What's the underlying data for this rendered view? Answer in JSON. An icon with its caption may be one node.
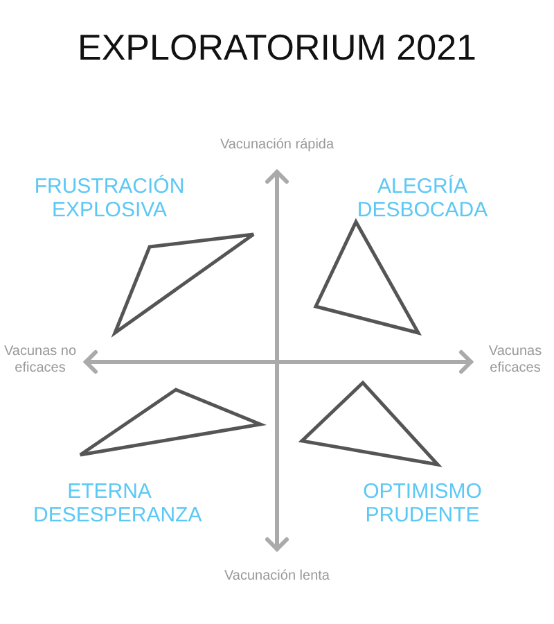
{
  "diagram": {
    "title": "EXPLORATORIUM 2021",
    "labels": [
      "Vacunación rápida",
      "FRUSTRACIÓN EXPLOSIVA",
      "ALEGRÍA DESBOCADA",
      "Vacunas no eficaces",
      "Vacunas eficaces",
      "ETERNA DESESPERANZA",
      "OPTIMISMO PRUDENTE",
      "Vacunación lenta"
    ]
  }
}
